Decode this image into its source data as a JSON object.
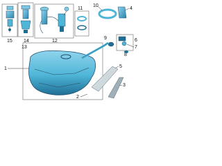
{
  "callouts": {
    "c1": "1",
    "c2": "2",
    "c3": "3",
    "c4": "4",
    "c5": "5",
    "c6": "6",
    "c7": "7",
    "c8": "8",
    "c9": "9",
    "c10": "10",
    "c11": "11",
    "c12": "12",
    "c13": "13",
    "c14": "14",
    "c15": "15"
  },
  "colors": {
    "part_fill": "#4fb6d8",
    "part_dark": "#1f6f94",
    "outline": "#2a4a5e",
    "box": "#666666",
    "text": "#111111"
  }
}
